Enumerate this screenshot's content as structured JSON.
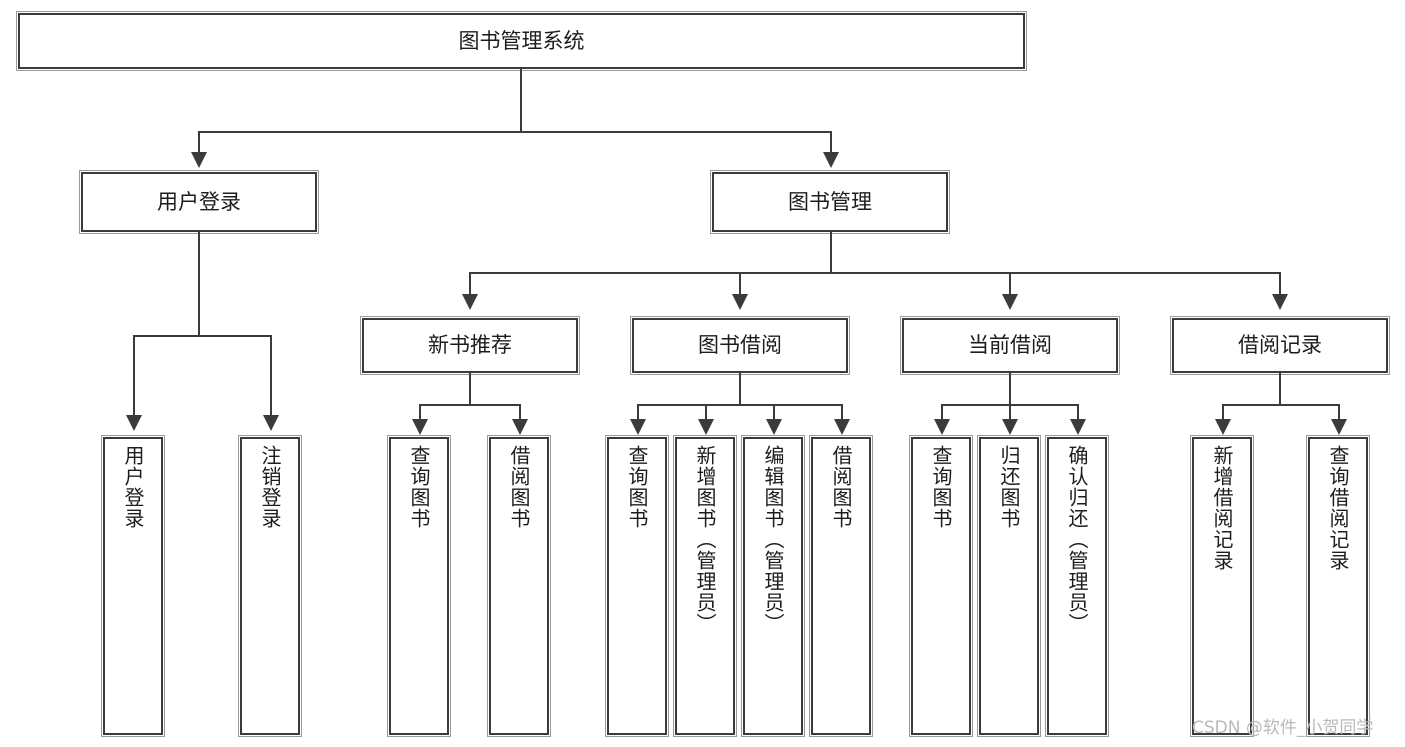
{
  "diagram": {
    "type": "tree",
    "title": "图书管理系统",
    "root": {
      "label": "图书管理系统"
    },
    "level1": [
      {
        "label": "用户登录"
      },
      {
        "label": "图书管理"
      }
    ],
    "level2": [
      {
        "label": "新书推荐"
      },
      {
        "label": "图书借阅"
      },
      {
        "label": "当前借阅"
      },
      {
        "label": "借阅记录"
      }
    ],
    "leaves": {
      "user_login": [
        {
          "label": "用户登录"
        },
        {
          "label": "注销登录"
        }
      ],
      "new_book_recommend": [
        {
          "label": "查询图书"
        },
        {
          "label": "借阅图书"
        }
      ],
      "book_borrow": [
        {
          "label": "查询图书"
        },
        {
          "label": "新增图书（管理员）"
        },
        {
          "label": "编辑图书（管理员）"
        },
        {
          "label": "借阅图书"
        }
      ],
      "current_borrow": [
        {
          "label": "查询图书"
        },
        {
          "label": "归还图书"
        },
        {
          "label": "确认归还（管理员）"
        }
      ],
      "borrow_record": [
        {
          "label": "新增借阅记录"
        },
        {
          "label": "查询借阅记录"
        }
      ]
    }
  },
  "watermark": {
    "text": "CSDN @软件_小贺同学"
  },
  "colors": {
    "box_border": "#3b3b3b",
    "box_shadow": "#9a9a9a",
    "connector": "#3b3b3b",
    "text": "#1d1d1d",
    "watermark": "#b9b9b9",
    "background": "#ffffff"
  }
}
